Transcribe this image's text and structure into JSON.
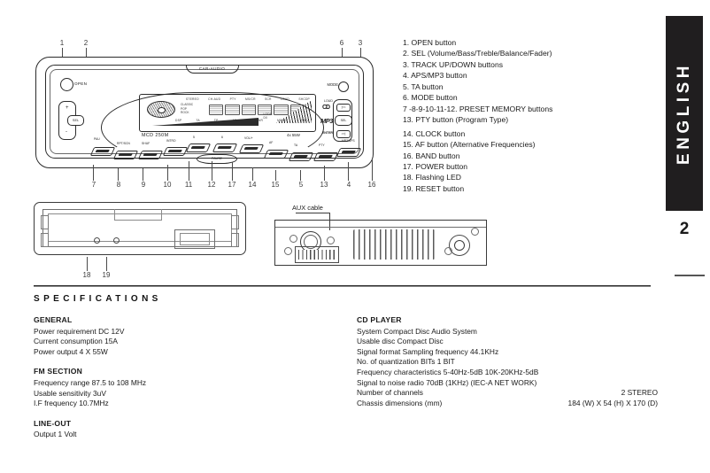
{
  "sidebar": {
    "language_label": "ENGLISH",
    "page_number": "2"
  },
  "legend": {
    "items": [
      "1. OPEN button",
      "2. SEL (Volume/Bass/Treble/Balance/Fader)",
      "3. TRACK UP/DOWN buttons",
      "4. APS/MP3 button",
      "5. TA button",
      "6. MODE button",
      "7 -8-9-10-11-12. PRESET MEMORY buttons",
      "13. PTY button (Program Type)",
      "14. CLOCK button",
      "15. AF button (Alternative Frequencies)",
      "16. BAND button",
      "17. POWER button",
      "18. Flashing LED",
      "19. RESET button"
    ]
  },
  "faceplate": {
    "model": "MCD 250M",
    "power_rating": "4x 55W",
    "brand": "CAR-AUDIO",
    "open_label": "OPEN",
    "mode_label": "MODE",
    "mode_number": "7",
    "sel_label": "SEL",
    "plus": "+",
    "minus": "-",
    "cd_logo": "CD",
    "mp3_logo": "MP3",
    "loud_label": "LOUD",
    "enter_label": "ENTER",
    "track_up": "|<<",
    "track_down": ">>|",
    "track_mid": "SEL",
    "pause_label": "PAUSE",
    "lcd_top_indicators": [
      "STEREO",
      "CH-AUD",
      "PTY",
      "MS/CR",
      "SCR",
      "LOUD",
      "SHCDP"
    ],
    "lcd_bottom_indicators": [
      "DSP",
      "TA",
      "TP",
      "AF",
      "TA/PWR",
      "MONO",
      "RND"
    ],
    "lcd_genres": [
      "CLASSIC",
      "POP",
      "ROCK"
    ],
    "lcd_local": "LOCAL",
    "lcd_dx": "DX",
    "buttons": [
      {
        "label": "PAU",
        "callout": "7"
      },
      {
        "label": "RPT/SCN",
        "callout": "8"
      },
      {
        "label": "SHUF",
        "callout": "9"
      },
      {
        "label": "INTRO",
        "callout": "10"
      },
      {
        "label": "5",
        "callout": "11"
      },
      {
        "label": "6",
        "callout": "12"
      },
      {
        "label": "VOL/+",
        "callout": "17"
      },
      {
        "label": "AF",
        "callout": "14"
      },
      {
        "label": "TA",
        "callout": "15"
      },
      {
        "label": "PTY",
        "callout": "5"
      },
      {
        "label": "MP3/APS",
        "callout": "13"
      }
    ]
  },
  "callouts": {
    "top": [
      "1",
      "2",
      "6",
      "3"
    ],
    "bottom": [
      "7",
      "8",
      "9",
      "10",
      "11",
      "12",
      "17",
      "14",
      "15",
      "5",
      "13",
      "4",
      "16"
    ],
    "chassis_front": [
      "18",
      "19"
    ]
  },
  "rear_panel": {
    "aux_label": "AUX cable"
  },
  "specifications": {
    "title": "SPECIFICATIONS",
    "left_groups": [
      {
        "heading": "GENERAL",
        "lines": [
          "Power requirement DC 12V",
          "Current consumption 15A",
          "Power output 4 X 55W"
        ]
      },
      {
        "heading": "FM SECTION",
        "lines": [
          "Frequency range 87.5 to 108 MHz",
          "Usable sensitivity 3uV",
          "I.F frequency 10.7MHz"
        ]
      },
      {
        "heading": "LINE-OUT",
        "lines": [
          "Output 1 Volt"
        ]
      }
    ],
    "right_groups": [
      {
        "heading": "CD PLAYER",
        "lines": [
          "System Compact Disc Audio System",
          "Usable disc Compact Disc",
          "Signal format Sampling frequency 44.1KHz",
          "No. of quantization BITs 1 BIT",
          "Frequency characteristics 5-40Hz-5dB 10K-20KHz-5dB",
          "Signal to noise radio 70dB (1KHz) (IEC-A NET WORK)"
        ],
        "kv": [
          {
            "k": "Number of channels",
            "v": "2 STEREO"
          },
          {
            "k": "Chassis dimensions (mm)",
            "v": "184 (W) X 54 (H) X 170 (D)"
          }
        ]
      }
    ]
  }
}
